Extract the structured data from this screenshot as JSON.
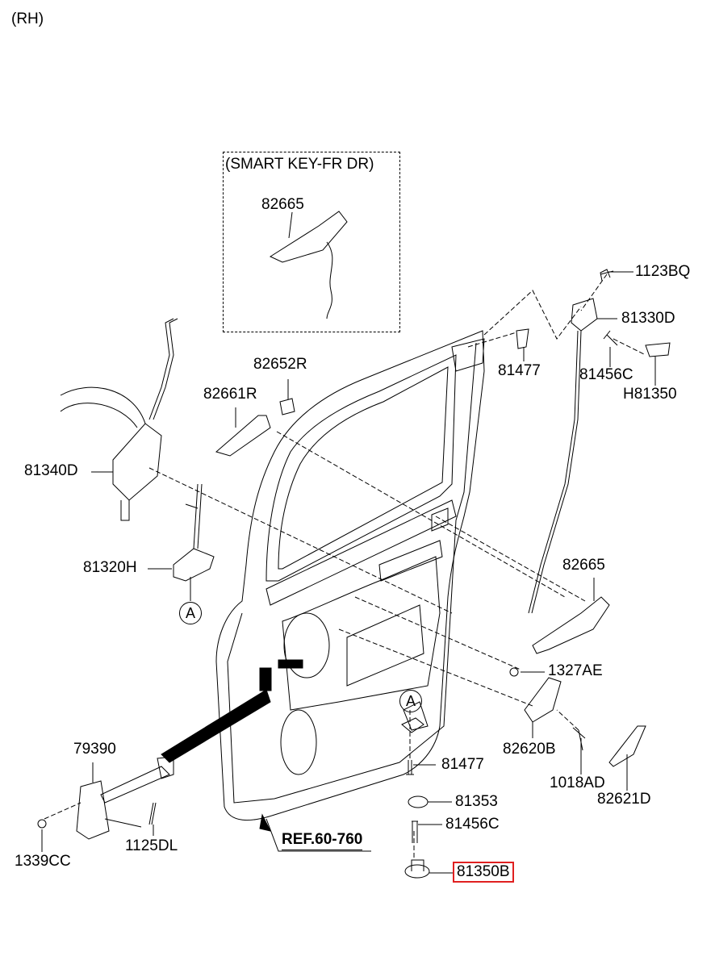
{
  "side_label": "(RH)",
  "smart_key_box": {
    "title": "(SMART KEY-FR DR)",
    "part": "82665"
  },
  "ref_label": "REF.60-760",
  "highlight_color": "#e02020",
  "location_marker": "A",
  "parts": {
    "p1123BQ": "1123BQ",
    "p81330D": "81330D",
    "p81477_top": "81477",
    "p81456C_top": "81456C",
    "pH81350": "H81350",
    "p82652R": "82652R",
    "p82661R": "82661R",
    "p81340D": "81340D",
    "p81320H": "81320H",
    "p82665": "82665",
    "p1327AE": "1327AE",
    "p82620B": "82620B",
    "p1018AD": "1018AD",
    "p82621D": "82621D",
    "p79390": "79390",
    "p1339CC": "1339CC",
    "p1125DL": "1125DL",
    "p81477_bot": "81477",
    "p81353": "81353",
    "p81456C_bot": "81456C",
    "p81350B": "81350B"
  },
  "highlighted_part": "81350B"
}
